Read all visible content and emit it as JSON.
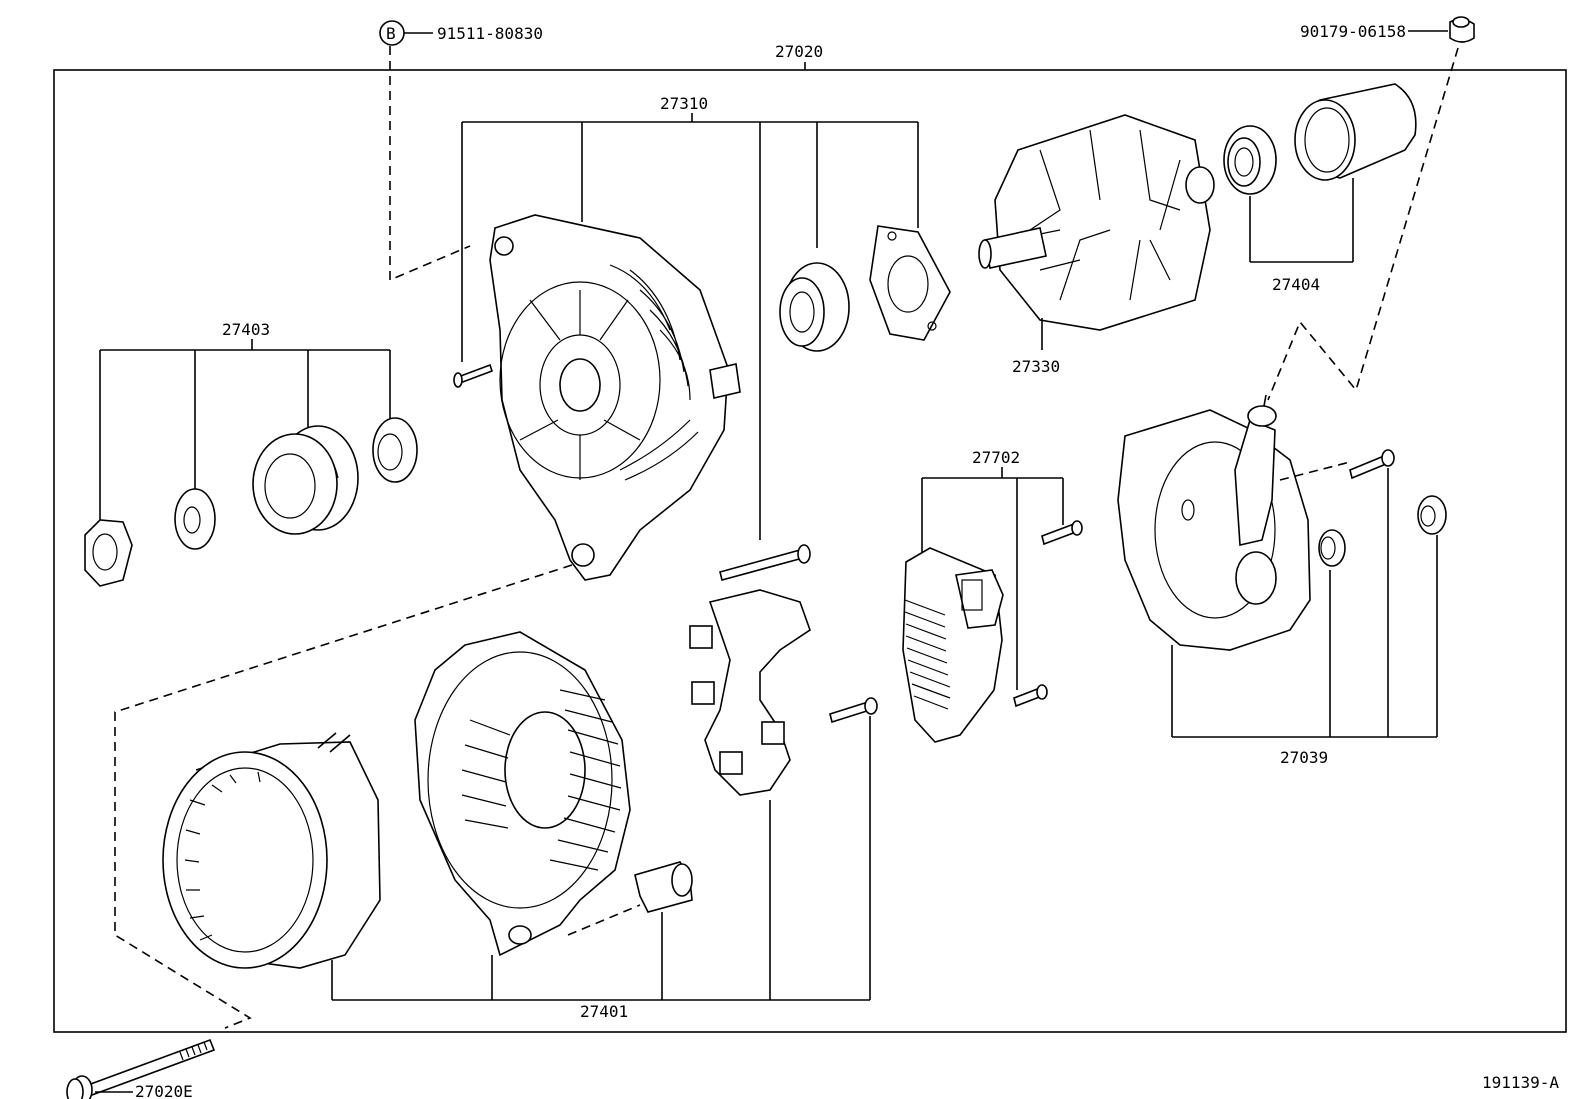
{
  "callouts": {
    "assembly": "27020",
    "drive_end_frame": "27310",
    "pulley_kit": "27403",
    "rotor": "27330",
    "rear_bearing_kit": "27404",
    "regulator": "27702",
    "rear_cover_kit": "27039",
    "stator_rectifier_kit": "27401",
    "through_bolt": "27020E",
    "bolt_ref": "91511-80830",
    "nut_ref": "90179-06158",
    "ref_marker": "B"
  },
  "figure_id": "191139-A"
}
